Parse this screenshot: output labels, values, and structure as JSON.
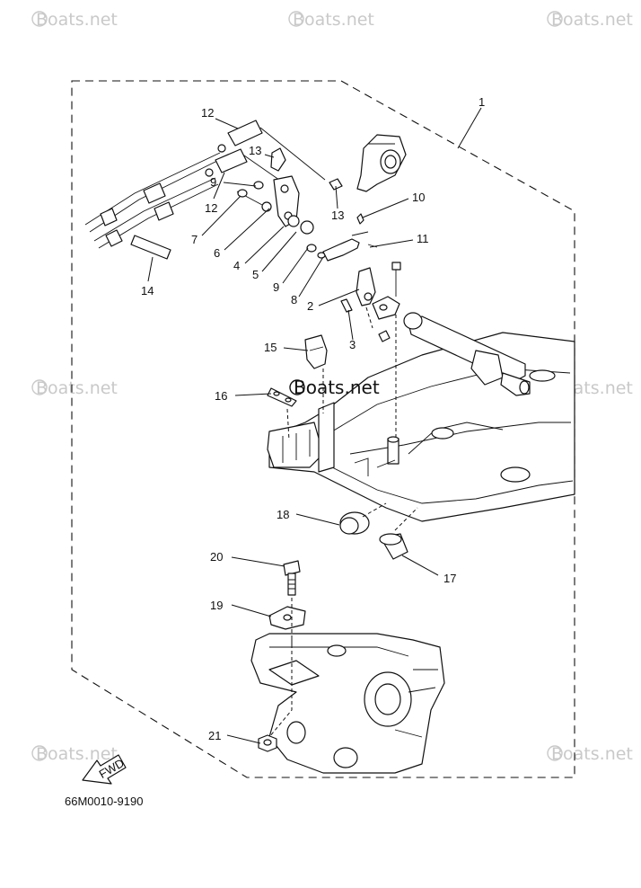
{
  "watermark": "Boats.net",
  "center_watermark": "Boats.net",
  "diagram_code": "66M0010-9190",
  "fwd_label": "FWD",
  "callouts": [
    "1",
    "2",
    "3",
    "4",
    "5",
    "6",
    "7",
    "8",
    "9",
    "9",
    "10",
    "11",
    "12",
    "12",
    "13",
    "13",
    "14",
    "15",
    "16",
    "17",
    "18",
    "19",
    "20",
    "21"
  ]
}
